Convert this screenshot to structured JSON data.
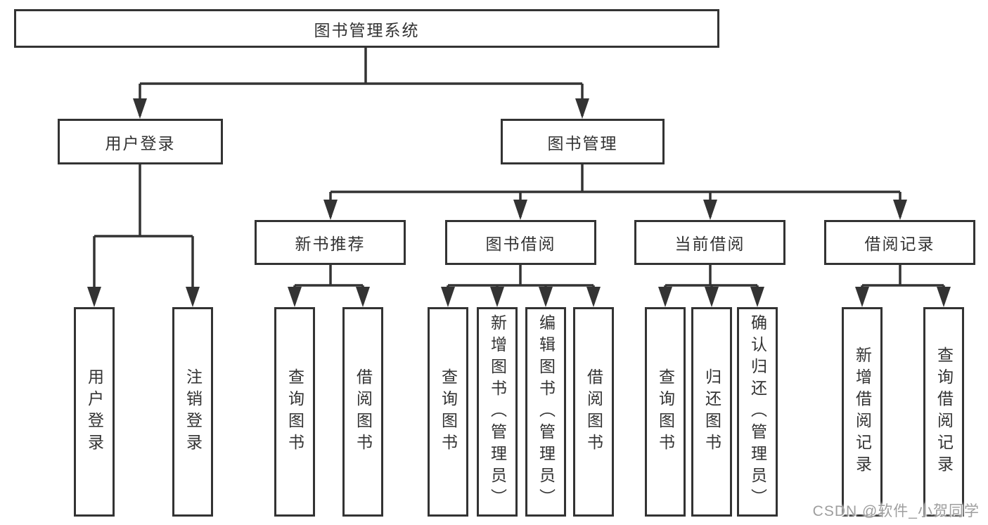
{
  "tree": {
    "label": "图书管理系统",
    "children": [
      {
        "label": "用户登录",
        "children": [
          {
            "label": "用户登录"
          },
          {
            "label": "注销登录"
          }
        ]
      },
      {
        "label": "图书管理",
        "children": [
          {
            "label": "新书推荐",
            "children": [
              {
                "label": "查询图书"
              },
              {
                "label": "借阅图书"
              }
            ]
          },
          {
            "label": "图书借阅",
            "children": [
              {
                "label": "查询图书"
              },
              {
                "label": "新增图书（管理员）"
              },
              {
                "label": "编辑图书（管理员）"
              },
              {
                "label": "借阅图书"
              }
            ]
          },
          {
            "label": "当前借阅",
            "children": [
              {
                "label": "查询图书"
              },
              {
                "label": "归还图书"
              },
              {
                "label": "确认归还（管理员）"
              }
            ]
          },
          {
            "label": "借阅记录",
            "children": [
              {
                "label": "新增借阅记录"
              },
              {
                "label": "查询借阅记录"
              }
            ]
          }
        ]
      }
    ]
  },
  "watermark": {
    "text": "CSDN @软件_小贺同学"
  },
  "colors": {
    "line": "#333333",
    "text": "#333333",
    "watermark": "#9e9e9e",
    "background": "#ffffff"
  }
}
